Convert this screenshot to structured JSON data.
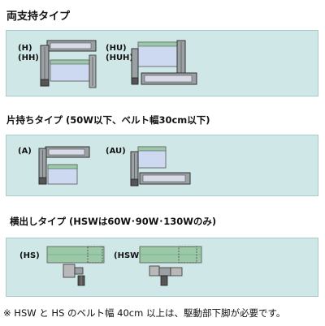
{
  "sections": [
    {
      "heading": "両支持タイプ",
      "variants": [
        {
          "label": "(H)",
          "sublabel": "(HH)"
        },
        {
          "label": "(HU)",
          "sublabel": "(HUH)"
        }
      ]
    },
    {
      "heading": "片持ちタイプ (50W以下、ベルト幅30cm以下)",
      "variants": [
        {
          "label": "(A)"
        },
        {
          "label": "(AU)"
        }
      ]
    },
    {
      "heading": "横出しタイプ (HSWは60W･90W･130Wのみ)",
      "variants": [
        {
          "label": "(HS)"
        },
        {
          "label": "(HSW)"
        }
      ]
    }
  ],
  "footnote": "※ HSW と HS のベルト幅 40cm 以上は、駆動部下脚が必要です。",
  "colors": {
    "panel_bg": "#cfe7e6",
    "conveyor_frame": "#8a8e90",
    "conveyor_light": "#cdd9f0",
    "belt_green": "#9bc9a8",
    "motor_gray": "#b8b8b8"
  }
}
